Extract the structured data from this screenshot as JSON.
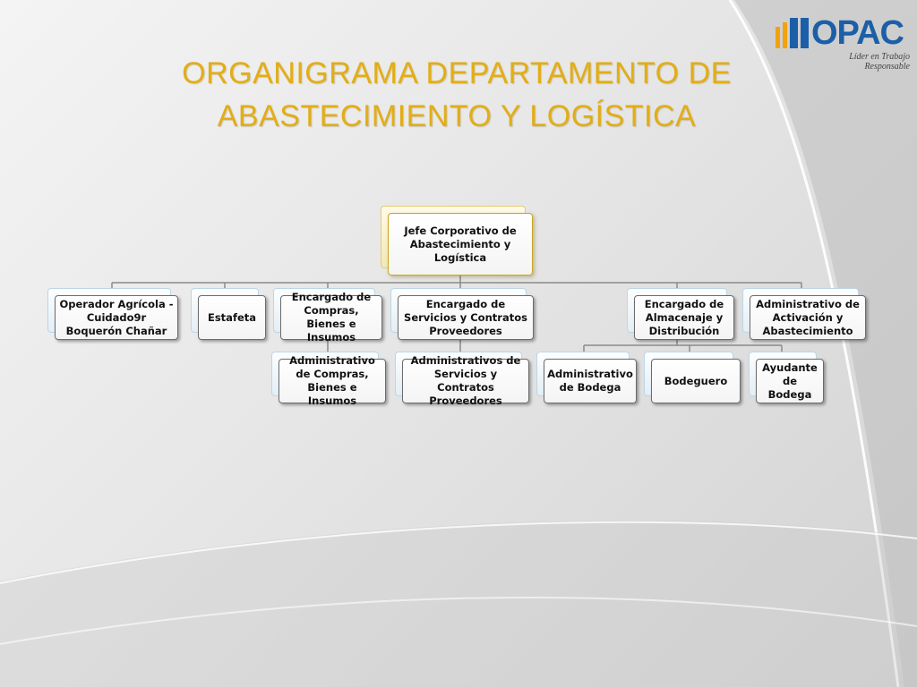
{
  "title": {
    "line1": "ORGANIGRAMA DEPARTAMENTO DE",
    "line2": "ABASTECIMIENTO Y LOGÍSTICA"
  },
  "logo": {
    "brand": "OPAC",
    "tagline": "Líder en Trabajo Responsable",
    "colors": {
      "blue": "#1c5fa8",
      "orange": "#f2a20c"
    }
  },
  "org": {
    "top": "Jefe Corporativo de Abastecimiento y Logística",
    "operador": "Operador Agrícola - Cuidado9r Boquerón Chañar",
    "estafeta": "Estafeta",
    "compras": "Encargado de Compras, Bienes e Insumos",
    "servicios": "Encargado de Servicios y Contratos Proveedores",
    "almacenaje": "Encargado de Almacenaje y Distribución",
    "activacion": "Administrativo de Activación y Abastecimiento",
    "adm_compras": "Administrativo de Compras, Bienes e Insumos",
    "adm_servicios": "Administrativos de Servicios y Contratos Proveedores",
    "adm_bodega": "Administrativo de Bodega",
    "bodeguero": "Bodeguero",
    "ayudante": "Ayudante de Bodega"
  },
  "colors": {
    "title": "#e2ad16",
    "connector": "#8a8a8a"
  }
}
